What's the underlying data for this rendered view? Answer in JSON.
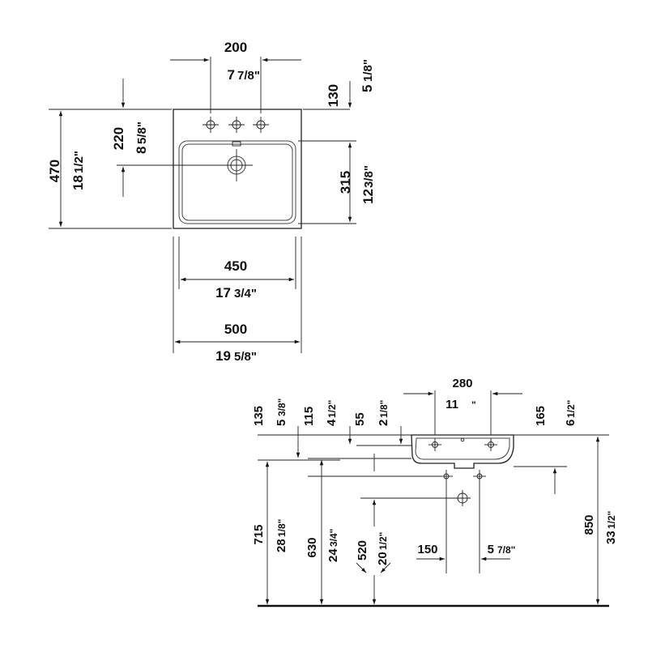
{
  "top_view": {
    "d200_mm": "200",
    "d200_in": "7",
    "d200_in_frac": "7/8\"",
    "d130_mm": "130",
    "d130_in": "5",
    "d130_in_frac": "1/8\"",
    "d220_mm": "220",
    "d220_in": "8",
    "d220_in_frac": "5/8\"",
    "d470_mm": "470",
    "d470_in": "18",
    "d470_in_frac": "1/2\"",
    "d315_mm": "315",
    "d315_in": "12",
    "d315_in_frac": "3/8\"",
    "d450_mm": "450",
    "d450_in": "17",
    "d450_in_frac": "3/4\"",
    "d500_mm": "500",
    "d500_in": "19",
    "d500_in_frac": "5/8\""
  },
  "side_view": {
    "d280_mm": "280",
    "d280_in": "11",
    "d280_in_frac": "\"",
    "d135_mm": "135",
    "d135_in": "5",
    "d135_in_frac": "3/8\"",
    "d115_mm": "115",
    "d115_in": "4",
    "d115_in_frac": "1/2\"",
    "d55_mm": "55",
    "d55_in": "2",
    "d55_in_frac": "1/8\"",
    "d165_mm": "165",
    "d165_in": "6",
    "d165_in_frac": "1/2\"",
    "d715_mm": "715",
    "d715_in": "28",
    "d715_in_frac": "1/8\"",
    "d630_mm": "630",
    "d630_in": "24",
    "d630_in_frac": "3/4\"",
    "d520_mm": "520",
    "d520_in": "20",
    "d520_in_frac": "1/2\"",
    "d150_mm": "150",
    "d150_in": "5",
    "d150_in_frac": "7/8\"",
    "d850_mm": "850",
    "d850_in": "33",
    "d850_in_frac": "1/2\""
  }
}
